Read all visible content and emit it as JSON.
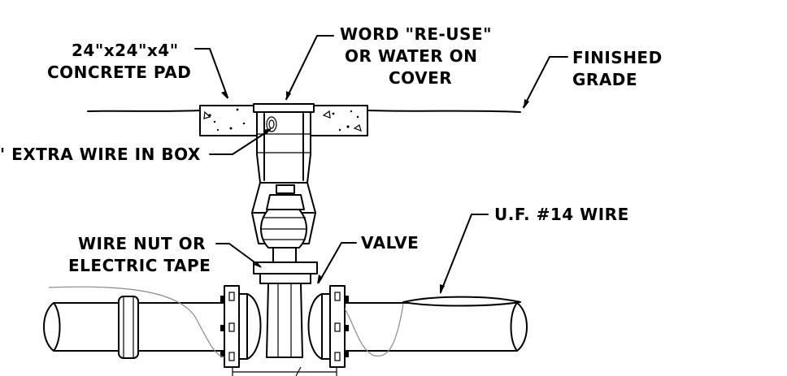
{
  "labels": {
    "concrete_pad_line1": "24\"x24\"x4\"",
    "concrete_pad_line2": "CONCRETE PAD",
    "cover_line1": "WORD \"RE-USE\"",
    "cover_line2": "OR WATER ON",
    "cover_line3": "COVER",
    "grade_line1": "FINISHED",
    "grade_line2": "GRADE",
    "extra_wire": "' EXTRA WIRE IN BOX",
    "uf_wire": "U.F. #14 WIRE",
    "wire_nut_line1": "WIRE NUT OR",
    "wire_nut_line2": "ELECTRIC TAPE",
    "valve": "VALVE"
  },
  "colors": {
    "ink": "#000000",
    "background": "#ffffff",
    "wire_path": "#8a8a8a"
  }
}
